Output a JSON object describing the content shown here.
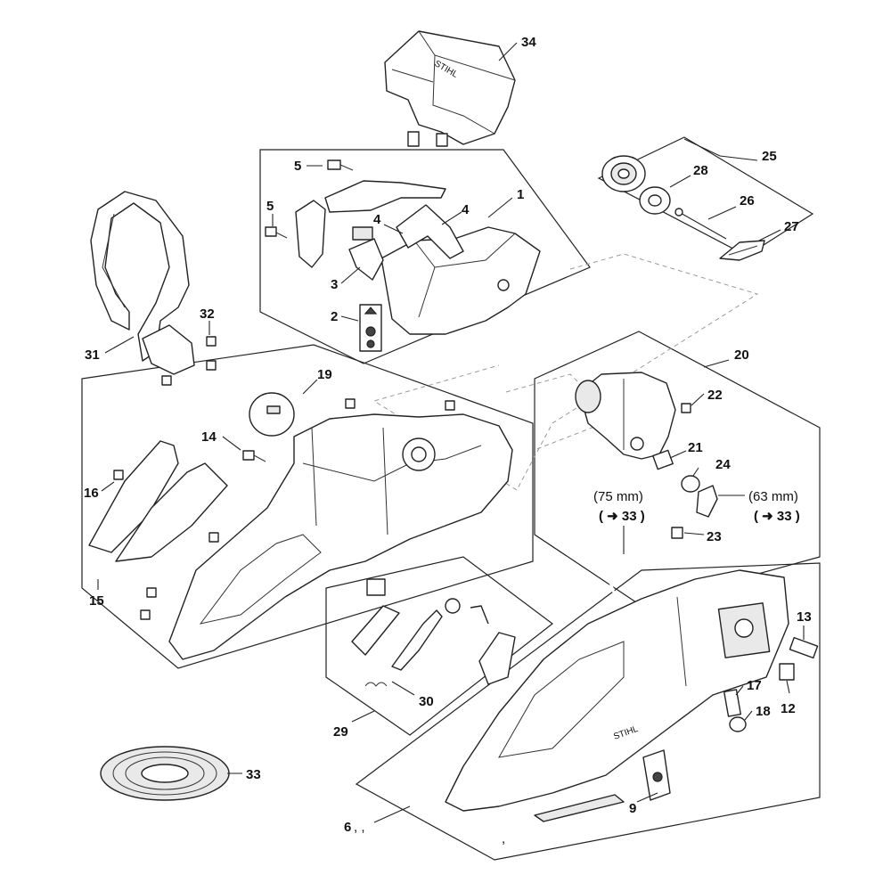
{
  "callouts": {
    "c1": "1",
    "c2": "2",
    "c3": "3",
    "c4a": "4",
    "c4b": "4",
    "c5a": "5",
    "c5b": "5",
    "c6": "6",
    "c6_commas": ",    ,",
    "c6_trail": ",",
    "c9": "9",
    "c12": "12",
    "c13": "13",
    "c14": "14",
    "c15": "15",
    "c16": "16",
    "c17": "17",
    "c18": "18",
    "c19": "19",
    "c20": "20",
    "c21": "21",
    "c22": "22",
    "c23": "23",
    "c24": "24",
    "c25": "25",
    "c26": "26",
    "c27": "27",
    "c28": "28",
    "c29": "29",
    "c30": "30",
    "c31": "31",
    "c32": "32",
    "c33": "33",
    "c34": "34"
  },
  "notes": {
    "left_length": "(75 mm)",
    "right_length": "(63 mm)",
    "ref_arrow": "➜",
    "ref_left": "( ➜ 33 )",
    "ref_right": "( ➜ 33 )"
  },
  "logo_text": {
    "cover": "STIHL",
    "housing": "STIHL"
  }
}
